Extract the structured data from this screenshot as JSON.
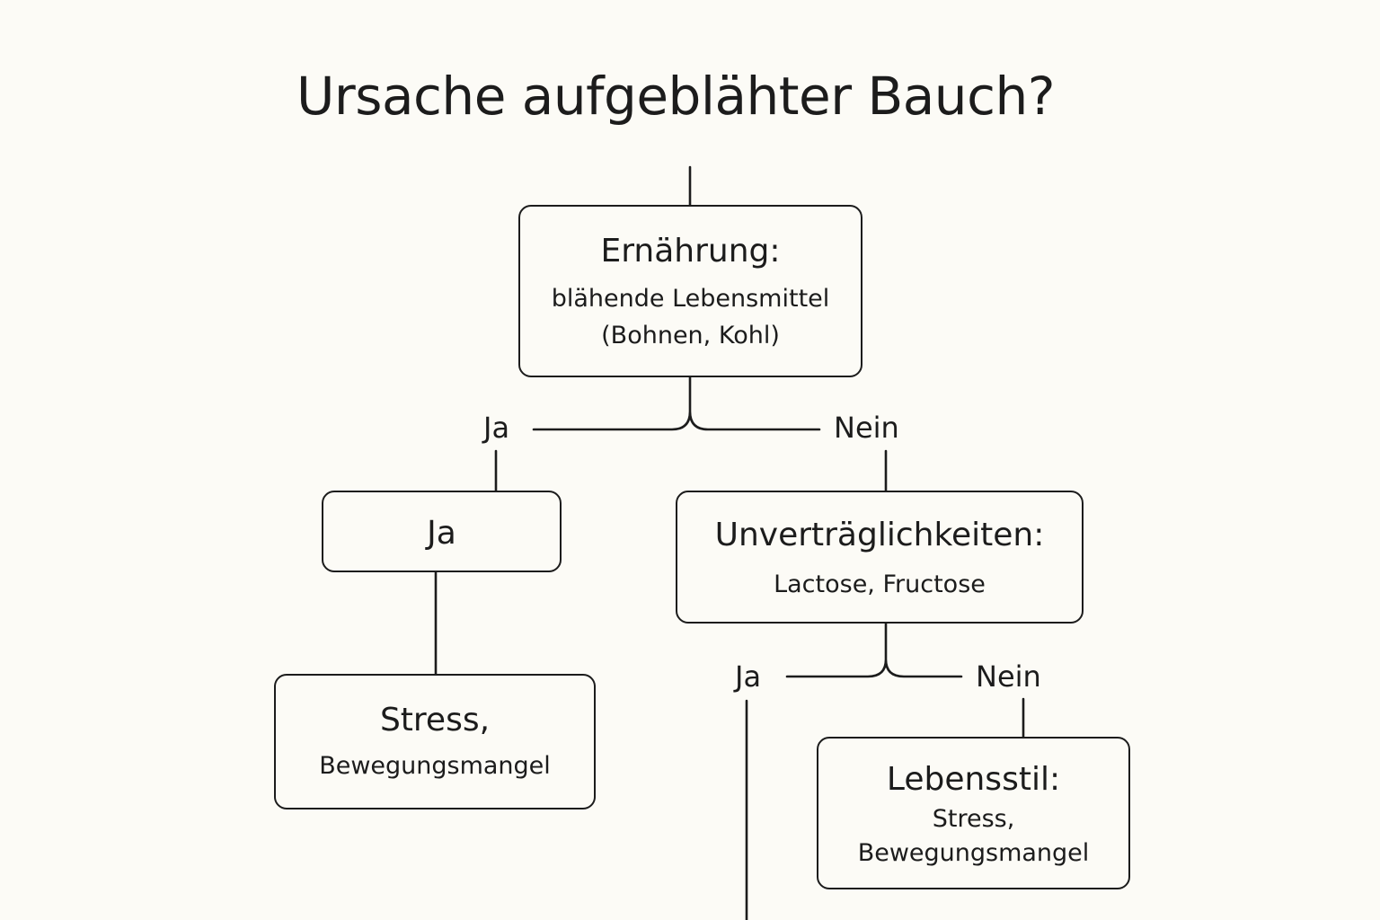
{
  "title": "Ursache aufgeblähter Bauch?",
  "nodes": {
    "ernaehrung": {
      "heading": "Ernährung:",
      "line1": "blähende Lebensmittel",
      "line2": "(Bohnen, Kohl)"
    },
    "ja": {
      "heading": "Ja"
    },
    "stress": {
      "heading": "Stress,",
      "line1": "Bewegungsmangel"
    },
    "unvertraeglichkeiten": {
      "heading": "Unverträglichkeiten:",
      "line1": "Lactose, Fructose"
    },
    "lebensstil": {
      "heading": "Lebensstil:",
      "line1": "Stress,",
      "line2": "Bewegungsmangel"
    }
  },
  "edges": {
    "ernaehrung_yes": "Ja",
    "ernaehrung_no": "Nein",
    "unvertraeglichkeiten_yes": "Ja",
    "unvertraeglichkeiten_no": "Nein"
  },
  "colors": {
    "background": "#fcfbf6",
    "stroke": "#1c1c1c"
  }
}
